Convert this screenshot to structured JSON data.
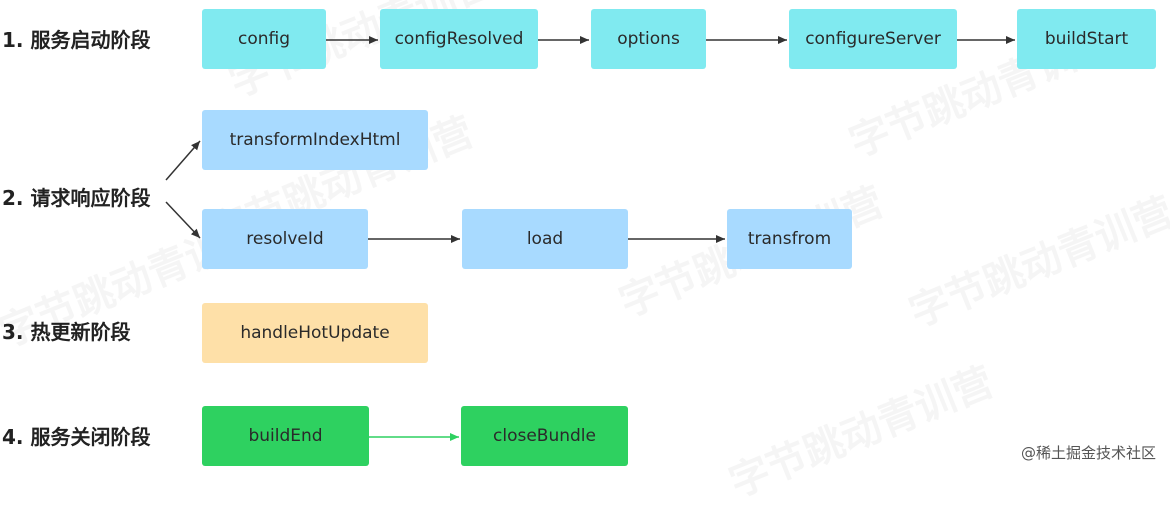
{
  "phases": [
    {
      "label": "1. 服务启动阶段",
      "nodes": [
        "config",
        "configResolved",
        "options",
        "configureServer",
        "buildStart"
      ]
    },
    {
      "label": "2. 请求响应阶段",
      "nodes": [
        "transformIndexHtml",
        "resolveId",
        "load",
        "transfrom"
      ]
    },
    {
      "label": "3. 热更新阶段",
      "nodes": [
        "handleHotUpdate"
      ]
    },
    {
      "label": "4. 服务关闭阶段",
      "nodes": [
        "buildEnd",
        "closeBundle"
      ]
    }
  ],
  "watermark": "字节跳动青训营",
  "credit": "@稀土掘金技术社区",
  "colors": {
    "startup": "#80eaf0",
    "request": "#a8daff",
    "hot_update": "#fee0a8",
    "shutdown": "#2ed160",
    "arrow": "#333333",
    "green_arrow": "#2ed160"
  }
}
